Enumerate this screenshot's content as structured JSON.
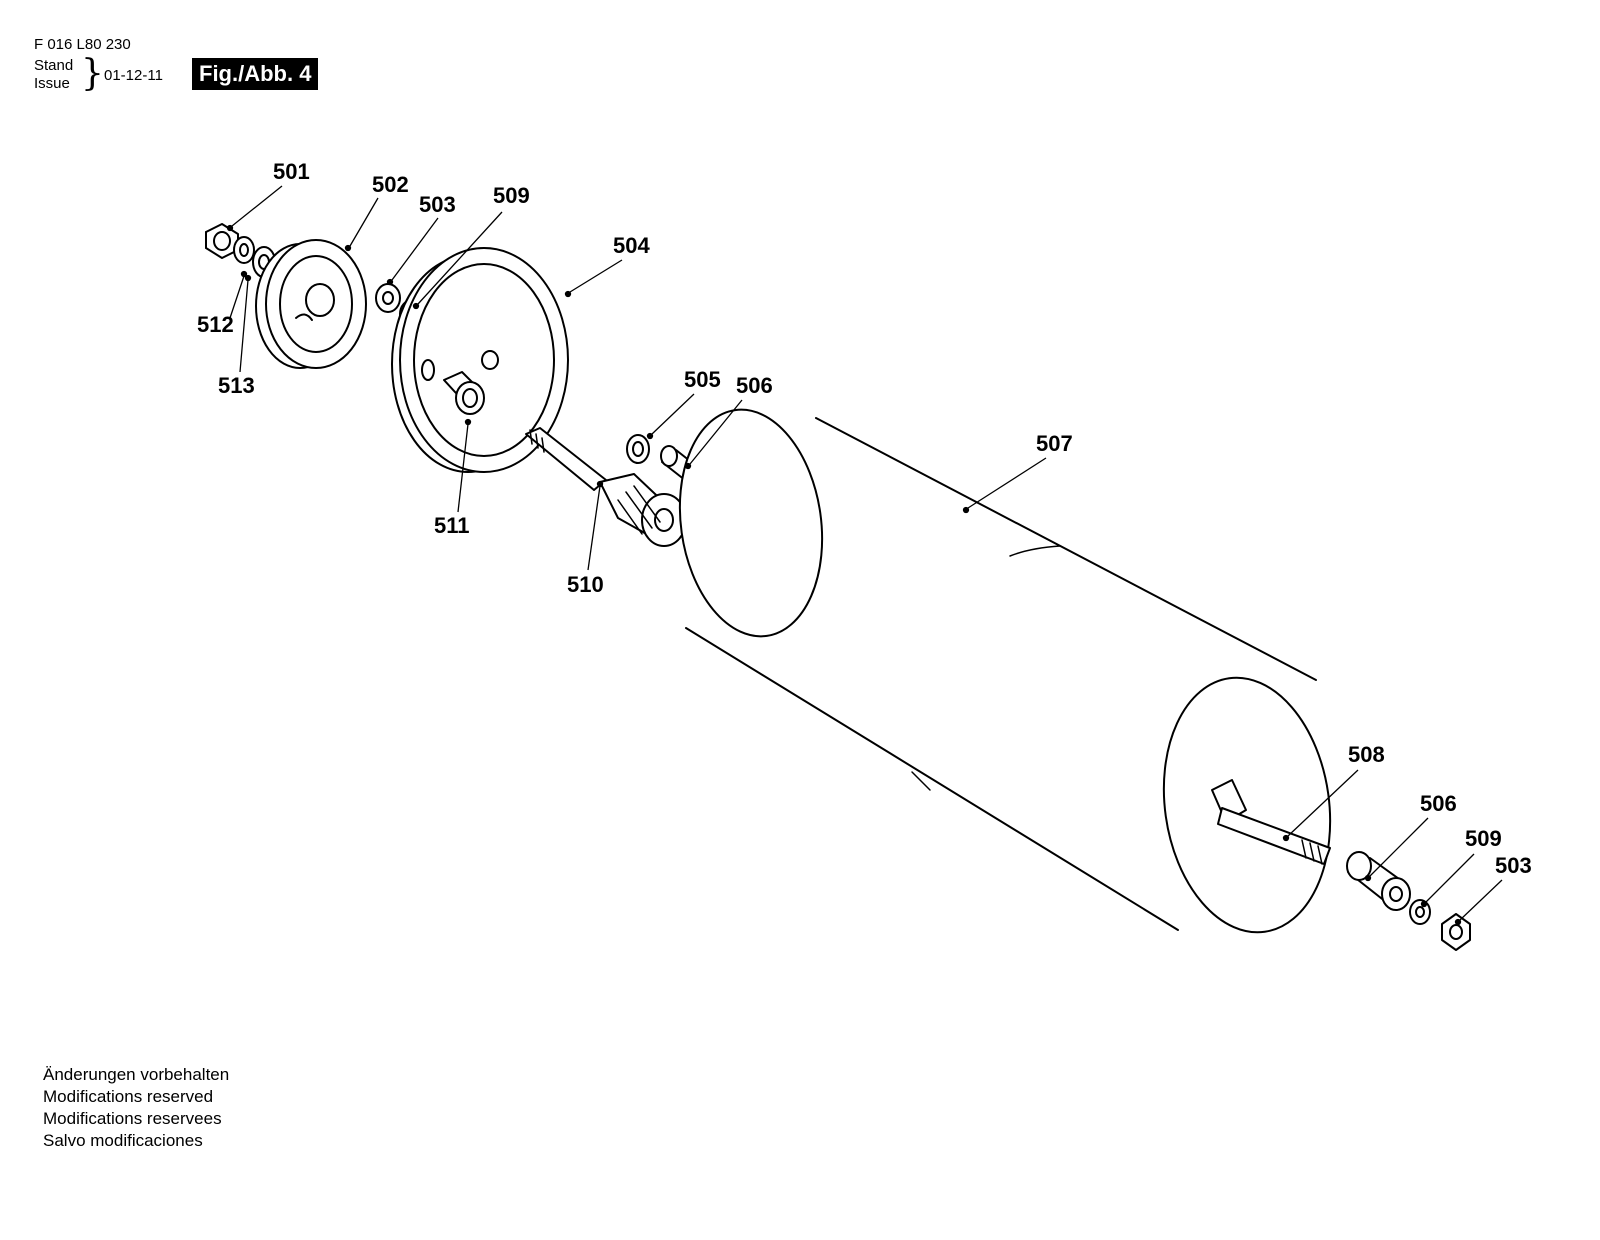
{
  "header": {
    "part_number": "F 016 L80 230",
    "stand_label": "Stand",
    "issue_label": "Issue",
    "brace": "}",
    "issue_date": "01-12-11",
    "figure_label": "Fig./Abb. 4"
  },
  "callouts": {
    "c501": "501",
    "c502": "502",
    "c503a": "503",
    "c509a": "509",
    "c504": "504",
    "c512": "512",
    "c513": "513",
    "c505": "505",
    "c506a": "506",
    "c507": "507",
    "c511": "511",
    "c510": "510",
    "c508": "508",
    "c506b": "506",
    "c509b": "509",
    "c503b": "503"
  },
  "footer": {
    "lines": [
      "Änderungen vorbehalten",
      "Modifications reserved",
      "Modifications reservees",
      "Salvo modificaciones"
    ]
  }
}
